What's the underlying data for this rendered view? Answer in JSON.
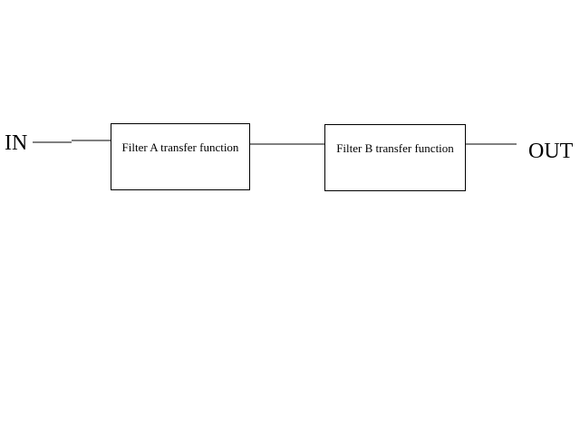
{
  "diagram": {
    "input_label": "IN",
    "output_label": "OUT",
    "blocks": [
      {
        "label": "Filter A transfer function"
      },
      {
        "label": "Filter B transfer function"
      }
    ],
    "line_color": "#000000",
    "background": "#ffffff"
  }
}
